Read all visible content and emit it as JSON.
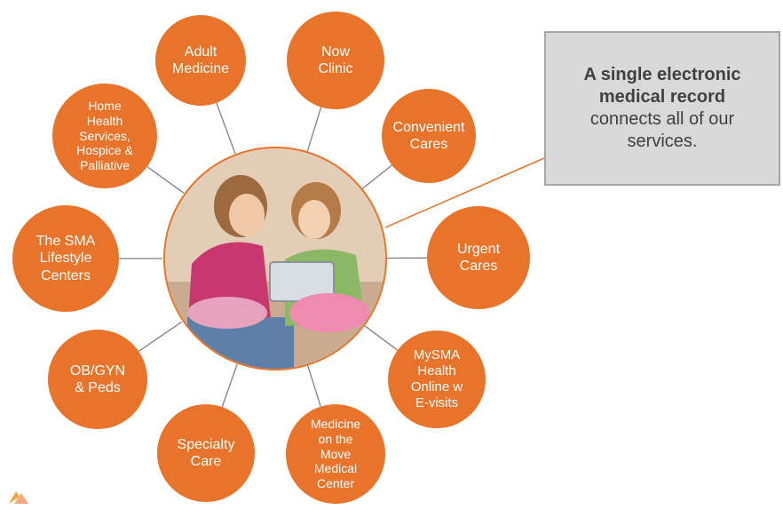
{
  "colors": {
    "accent": "#e8732a",
    "connector": "#7f7f7f",
    "callout_bg": "#d9d9d9",
    "callout_border": "#a6a6a6",
    "callout_text": "#404040"
  },
  "center": {
    "photo": "mother and daughter with tablet"
  },
  "nodes": [
    {
      "id": "adult-medicine",
      "label": "Adult\nMedicine"
    },
    {
      "id": "now-clinic",
      "label": "Now\nClinic"
    },
    {
      "id": "convenient-cares",
      "label": "Convenient\nCares"
    },
    {
      "id": "urgent-cares",
      "label": "Urgent\nCares"
    },
    {
      "id": "mysma-health",
      "label": "MySMA\nHealth\nOnline w\nE-visits"
    },
    {
      "id": "medicine-on-the-move",
      "label": "Medicine\non the\nMove\nMedical\nCenter"
    },
    {
      "id": "specialty-care",
      "label": "Specialty\nCare"
    },
    {
      "id": "ob-gyn-peds",
      "label": "OB/GYN\n& Peds"
    },
    {
      "id": "sma-lifestyle",
      "label": "The SMA\nLifestyle\nCenters"
    },
    {
      "id": "home-health",
      "label": "Home\nHealth\nServices,\nHospice &\nPalliative"
    }
  ],
  "callout": {
    "bold_text": "A single electronic\nmedical record",
    "normal_text": "connects all of our\nservices."
  }
}
